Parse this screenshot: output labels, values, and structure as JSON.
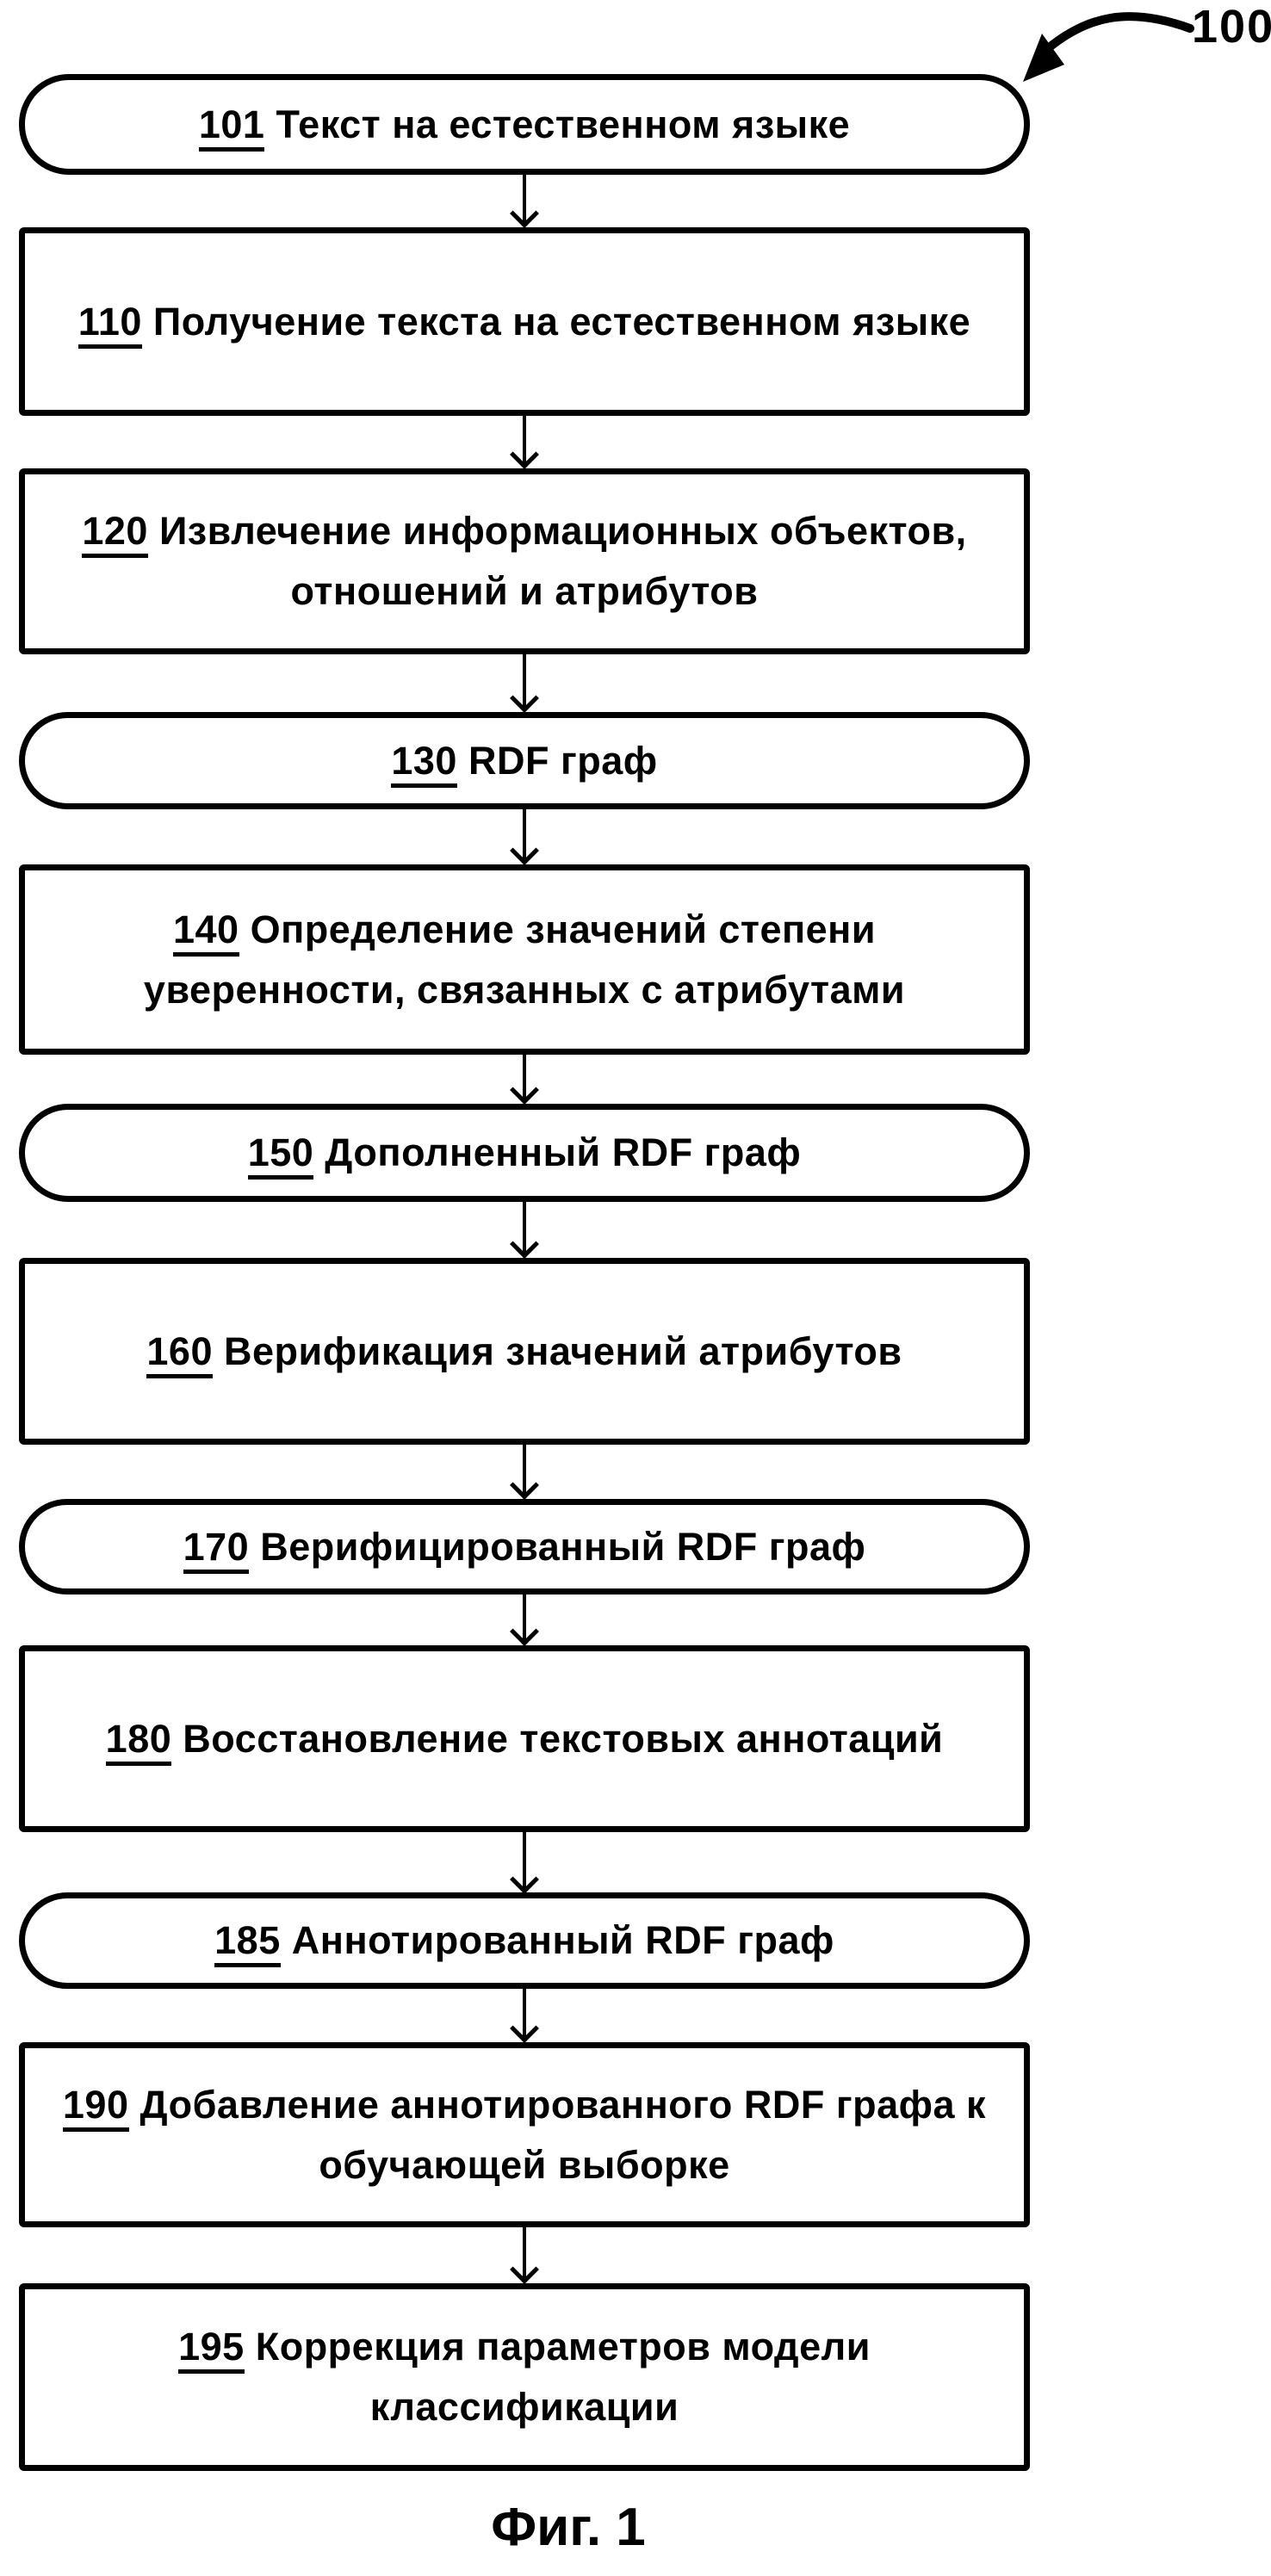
{
  "figure": {
    "reference_label": "100",
    "caption": "Фиг. 1"
  },
  "colors": {
    "ink": "#000000",
    "paper": "#ffffff"
  },
  "nodes": [
    {
      "number": "101",
      "shape": "stadium",
      "lines": [
        "Текст на естественном языке"
      ]
    },
    {
      "number": "110",
      "shape": "rect",
      "lines": [
        "Получение текста на естественном языке"
      ]
    },
    {
      "number": "120",
      "shape": "rect",
      "lines": [
        "Извлечение информационных объектов,",
        "отношений и атрибутов"
      ]
    },
    {
      "number": "130",
      "shape": "stadium",
      "lines": [
        "RDF граф"
      ]
    },
    {
      "number": "140",
      "shape": "rect",
      "lines": [
        "Определение значений степени",
        "уверенности, связанных с атрибутами"
      ]
    },
    {
      "number": "150",
      "shape": "stadium",
      "lines": [
        "Дополненный RDF граф"
      ]
    },
    {
      "number": "160",
      "shape": "rect",
      "lines": [
        "Верификация значений атрибутов"
      ]
    },
    {
      "number": "170",
      "shape": "stadium",
      "lines": [
        "Верифицированный RDF граф"
      ]
    },
    {
      "number": "180",
      "shape": "rect",
      "lines": [
        "Восстановление текстовых аннотаций"
      ]
    },
    {
      "number": "185",
      "shape": "stadium",
      "lines": [
        "Аннотированный RDF граф"
      ]
    },
    {
      "number": "190",
      "shape": "rect",
      "lines": [
        "Добавление аннотированного RDF графа к",
        "обучающей выборке"
      ]
    },
    {
      "number": "195",
      "shape": "rect",
      "lines": [
        "Коррекция параметров модели",
        "классификации"
      ]
    }
  ]
}
